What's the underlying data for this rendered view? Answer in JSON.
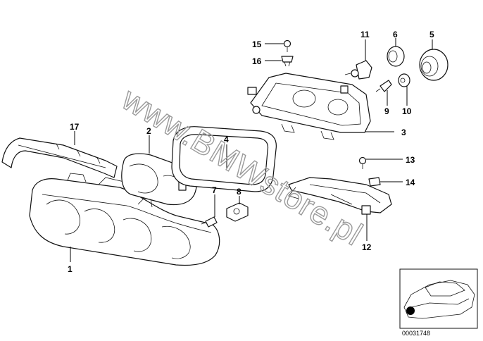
{
  "callouts": [
    {
      "id": "1",
      "label": "1"
    },
    {
      "id": "2",
      "label": "2"
    },
    {
      "id": "3",
      "label": "3"
    },
    {
      "id": "4",
      "label": "4"
    },
    {
      "id": "5",
      "label": "5"
    },
    {
      "id": "6",
      "label": "6"
    },
    {
      "id": "7",
      "label": "7"
    },
    {
      "id": "8",
      "label": "8"
    },
    {
      "id": "9",
      "label": "9"
    },
    {
      "id": "10",
      "label": "10"
    },
    {
      "id": "11",
      "label": "11"
    },
    {
      "id": "12",
      "label": "12"
    },
    {
      "id": "13",
      "label": "13"
    },
    {
      "id": "14",
      "label": "14"
    },
    {
      "id": "15",
      "label": "15"
    },
    {
      "id": "16",
      "label": "16"
    },
    {
      "id": "17",
      "label": "17"
    }
  ],
  "watermark": "www.BMWstore.pl",
  "reference_number": "00031748",
  "colors": {
    "line": "#111111",
    "watermark": "#9a9a9a",
    "background": "#ffffff"
  }
}
